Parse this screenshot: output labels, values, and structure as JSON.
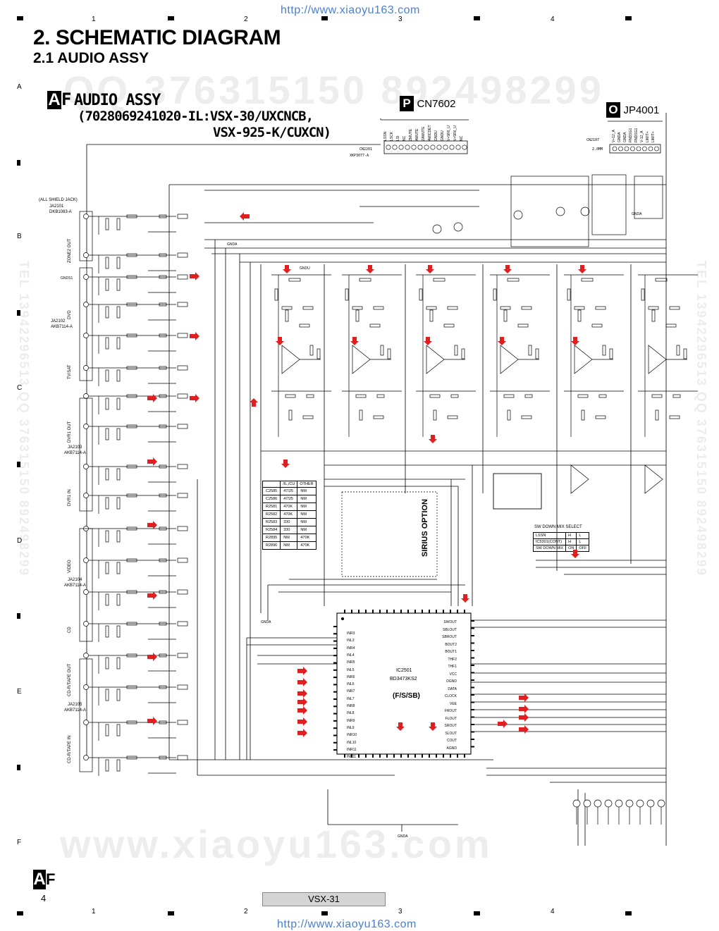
{
  "header": {
    "url_top": "http://www.xiaoyu163.com",
    "url_bottom": "http://www.xiaoyu163.com",
    "title": "2. SCHEMATIC DIAGRAM",
    "subtitle": "2.1  AUDIO ASSY",
    "columns": [
      "1",
      "2",
      "3",
      "4"
    ],
    "rows": [
      "A",
      "B",
      "C",
      "D",
      "E",
      "F"
    ]
  },
  "block": {
    "letter_a": "A",
    "letter_f": "F",
    "title": "AUDIO ASSY",
    "model_line1": "(7028069241020-IL:VSX-30/UXCNCB,",
    "model_line2": "VSX-925-K/CUXCN)"
  },
  "connectors": {
    "p_letter": "P",
    "p_name": "CN7602",
    "o_letter": "O",
    "o_name": "JP4001",
    "cn2201": "CN2201",
    "cn2201_part": "XKP3077-A",
    "cn2107": "CN2107",
    "cn2107_pitch": "2.0MM",
    "cn7602_pins": [
      "LSSN",
      "LSCK",
      "LSI",
      "NC",
      "ZMUTE",
      "AMUTE",
      "ZAMUTE",
      "AMICDET",
      "GNDU",
      "GNDU",
      "V+5R6_U",
      "V+5R6_U",
      "NC"
    ],
    "jp4001_pins": [
      "V+12_A",
      "GNDA",
      "GNDA",
      "FNDSG1",
      "FNDSG1",
      "V-12_A",
      "LIMIT+",
      "LIMIT+"
    ]
  },
  "jacks": {
    "all_shield": "(ALL SHIELD JACK)",
    "ja2101": "JA2101",
    "ja2101_part": "DKB1083-A",
    "ja2102": "JA2102",
    "ja2102_part": "AKB7114-A",
    "ja2103": "JA2103",
    "ja2103_part": "AKB7114-A",
    "ja2104": "JA2104",
    "ja2104_part": "AKB7114-A",
    "ja2105": "JA2105",
    "ja2105_part": "AKB7114-A",
    "inputs": [
      "ZONE2 OUT",
      "DVD",
      "TV/SAT",
      "DVR1 OUT",
      "DVR1 IN",
      "VIDEO",
      "CD",
      "CD-R/TAPE OUT",
      "CD-R/TAPE IN"
    ]
  },
  "option_table": {
    "headers": [
      "",
      "/IL,/CU",
      "OTHER"
    ],
    "rows": [
      [
        "C2585",
        "47/25",
        "NM"
      ],
      [
        "C2586",
        "47/25",
        "NM"
      ],
      [
        "R2581",
        "470K",
        "NM"
      ],
      [
        "R2582",
        "470K",
        "NM"
      ],
      [
        "R2583",
        "330",
        "NM"
      ],
      [
        "R2584",
        "330",
        "NM"
      ],
      [
        "R2895",
        "NM",
        "470K"
      ],
      [
        "R2896",
        "NM",
        "470K"
      ]
    ]
  },
  "sirius": "SIRIUS OPTION",
  "ic": {
    "name": "IC2501",
    "part": "BD3473KS2",
    "function": "(F/S/SB)",
    "left_pins": [
      "INR3",
      "INL3",
      "INR4",
      "INL4",
      "INR5",
      "INL5",
      "INR6",
      "INL6",
      "INR7",
      "INL7",
      "INR8",
      "INL8",
      "INR9",
      "INL9",
      "INR10",
      "INL10",
      "INR11",
      "INL11"
    ],
    "right_pins": [
      "SWOUT",
      "SBLOUT",
      "SBROUT",
      "BOUT2",
      "BOUT1",
      "THF2",
      "THF1",
      "VCC",
      "DGND",
      "DATA",
      "CLOCK",
      "VEE",
      "FROUT",
      "FLOUT",
      "SROUT",
      "SLOUT",
      "COUT",
      "AGND"
    ]
  },
  "sw_table": {
    "title": "SW DOWN MIX SELECT",
    "name": "IC5301",
    "rows": [
      [
        "LSSN",
        "H",
        "L"
      ],
      [
        "IC5301(CONT)",
        "H",
        "L"
      ],
      [
        "SW DOWN MIX",
        "ON",
        "OFF"
      ]
    ]
  },
  "ground_labels": [
    "GNDA",
    "GNDU",
    "GNDA",
    "GNDA",
    "GNDA",
    "GNDS1"
  ],
  "footer": {
    "page": "4",
    "model": "VSX-31"
  },
  "colors": {
    "arrow": "#e02020",
    "url": "#4a7fd0",
    "watermark": "#ededed"
  },
  "watermark": {
    "qq": "QQ 376315150   892498299",
    "site": "www.xiaoyu163.com",
    "tel": "TEL 13942296513  QQ 376315150  892498299"
  }
}
